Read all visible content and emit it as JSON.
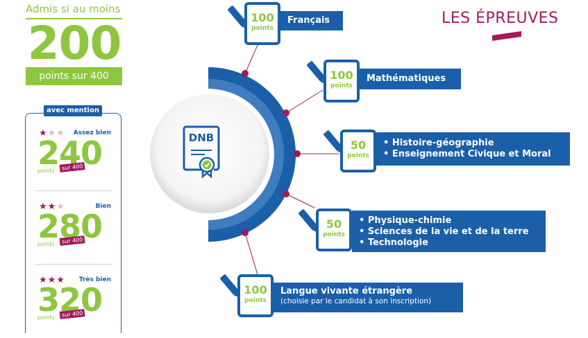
{
  "admis": {
    "line": "Admis si au moins",
    "score": "200",
    "points_sur": "points sur 400"
  },
  "mention": {
    "tab": "avec mention",
    "levels": [
      {
        "label": "Assez bien",
        "value": "240",
        "stars": 1,
        "points": "points",
        "sur": "sur 400"
      },
      {
        "label": "Bien",
        "value": "280",
        "stars": 2,
        "points": "points",
        "sur": "sur 400"
      },
      {
        "label": "Très bien",
        "value": "320",
        "stars": 3,
        "points": "points",
        "sur": "sur 400"
      }
    ]
  },
  "title": "LES ÉPREUVES",
  "center": {
    "label": "DNB"
  },
  "epreuves": [
    {
      "points": "100",
      "unit": "points",
      "items": [
        "Français"
      ]
    },
    {
      "points": "100",
      "unit": "points",
      "items": [
        "Mathématiques"
      ]
    },
    {
      "points": "50",
      "unit": "points",
      "items": [
        "Histoire-géographie",
        "Enseignement Civique et Moral"
      ]
    },
    {
      "points": "50",
      "unit": "points",
      "items": [
        "Physique-chimie",
        "Sciences de la vie et de la terre",
        "Technologie"
      ]
    },
    {
      "points": "100",
      "unit": "points",
      "items": [
        "Langue vivante étrangère"
      ],
      "note": "(choisie par le candidat à son inscription)"
    }
  ],
  "colors": {
    "blue": "#1a5fa8",
    "green": "#8dc63f",
    "magenta": "#a3195b"
  },
  "icons": [
    "pen-icon",
    "diploma-icon",
    "check-badge-icon",
    "star-icon"
  ]
}
